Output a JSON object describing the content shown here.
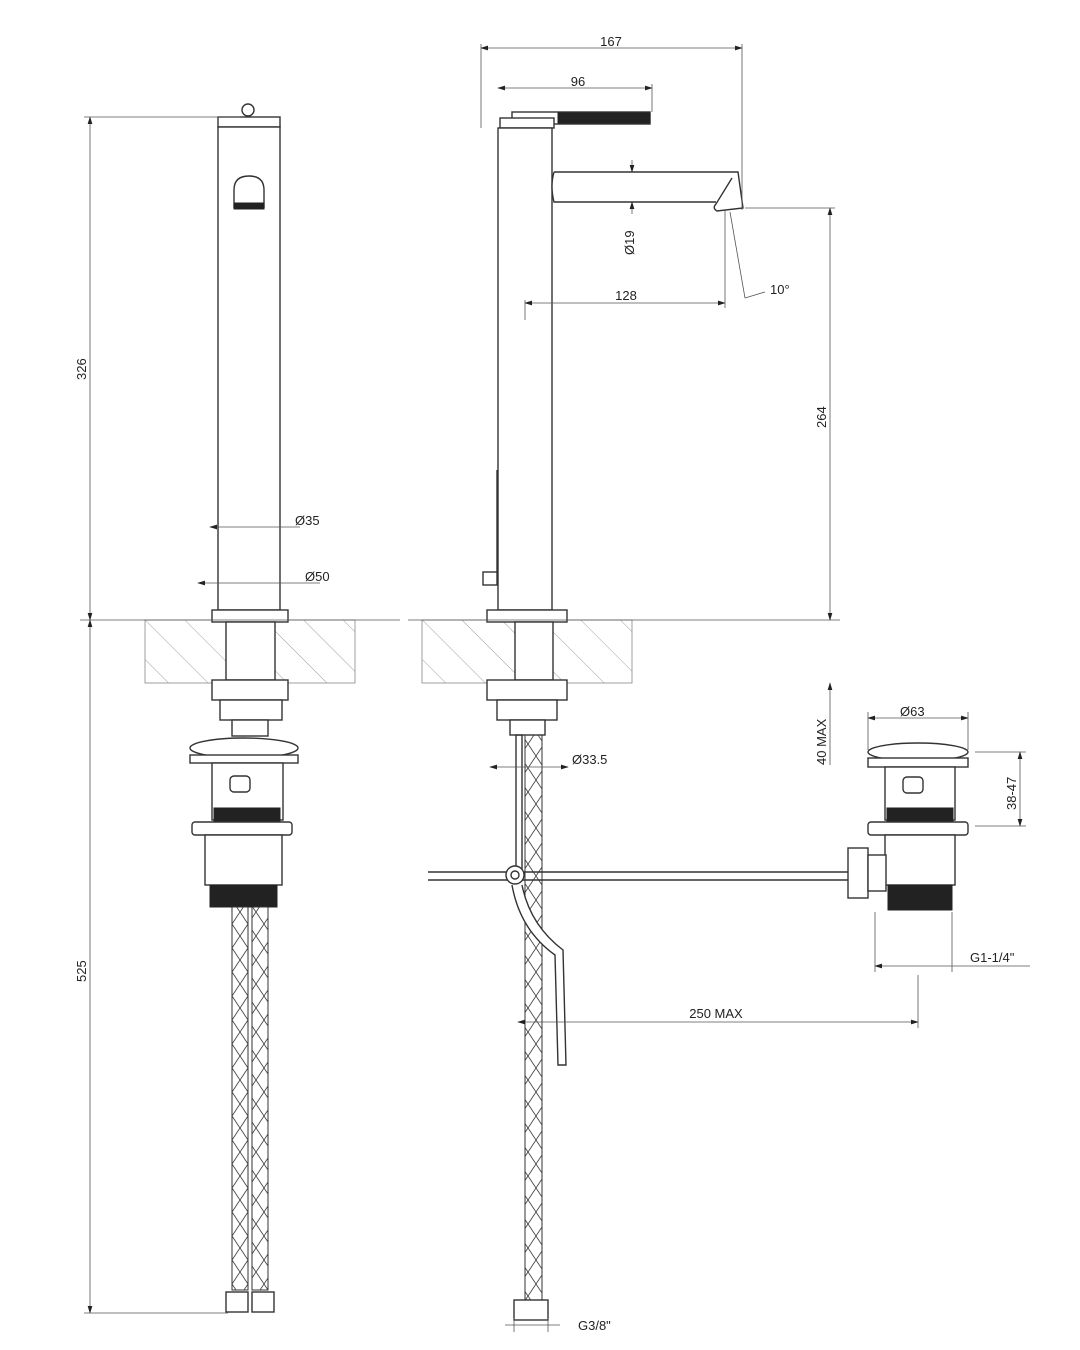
{
  "title": "Tall basin mixer technical drawing",
  "dimensions": {
    "total_projection": "167",
    "lever_length": "96",
    "spout_diameter": "Ø19",
    "spout_reach": "128",
    "outlet_angle": "10°",
    "spout_height": "264",
    "body_height": "326",
    "body_diameter": "Ø35",
    "base_diameter": "Ø50",
    "counter_thickness": "40 MAX",
    "shank_diameter": "Ø33.5",
    "waste_diameter": "Ø63",
    "waste_height": "38-47",
    "waste_thread": "G1-1/4\"",
    "rod_length": "250 MAX",
    "hose_length": "525",
    "hose_thread": "G3/8\""
  }
}
